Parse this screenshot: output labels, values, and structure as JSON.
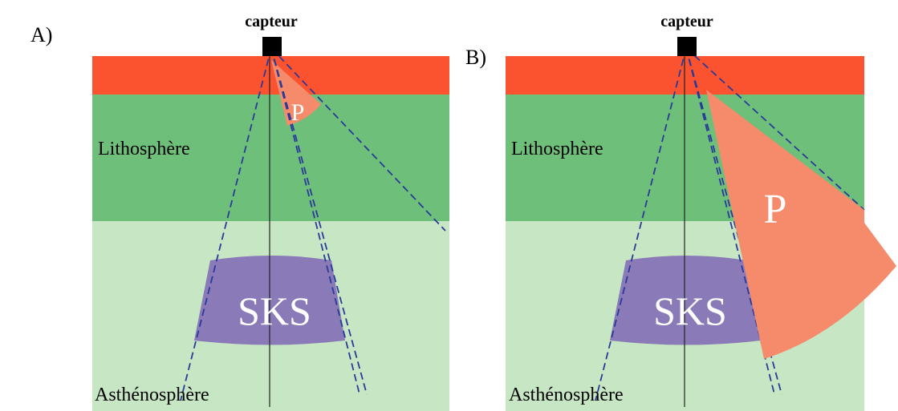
{
  "panels": [
    {
      "id": "A",
      "label": "A)",
      "sensor_label": "capteur",
      "layer_top_label": "Lithosphère",
      "layer_bottom_label": "Asthénosphère",
      "region_p_label": "P",
      "region_sks_label": "SKS"
    },
    {
      "id": "B",
      "label": "B)",
      "sensor_label": "capteur",
      "layer_top_label": "Lithosphère",
      "layer_bottom_label": "Asthénosphère",
      "region_p_label": "P",
      "region_sks_label": "SKS"
    }
  ],
  "colors": {
    "crust": "#fb5230",
    "lithosphere": "#6ebf7a",
    "asthenosphere": "#c7e6c4",
    "p_region": "#f58b6b",
    "sks_region": "#8a7ab8",
    "ray_dash": "#2a3a9a",
    "axis_line": "#222222",
    "sensor": "#000000"
  }
}
